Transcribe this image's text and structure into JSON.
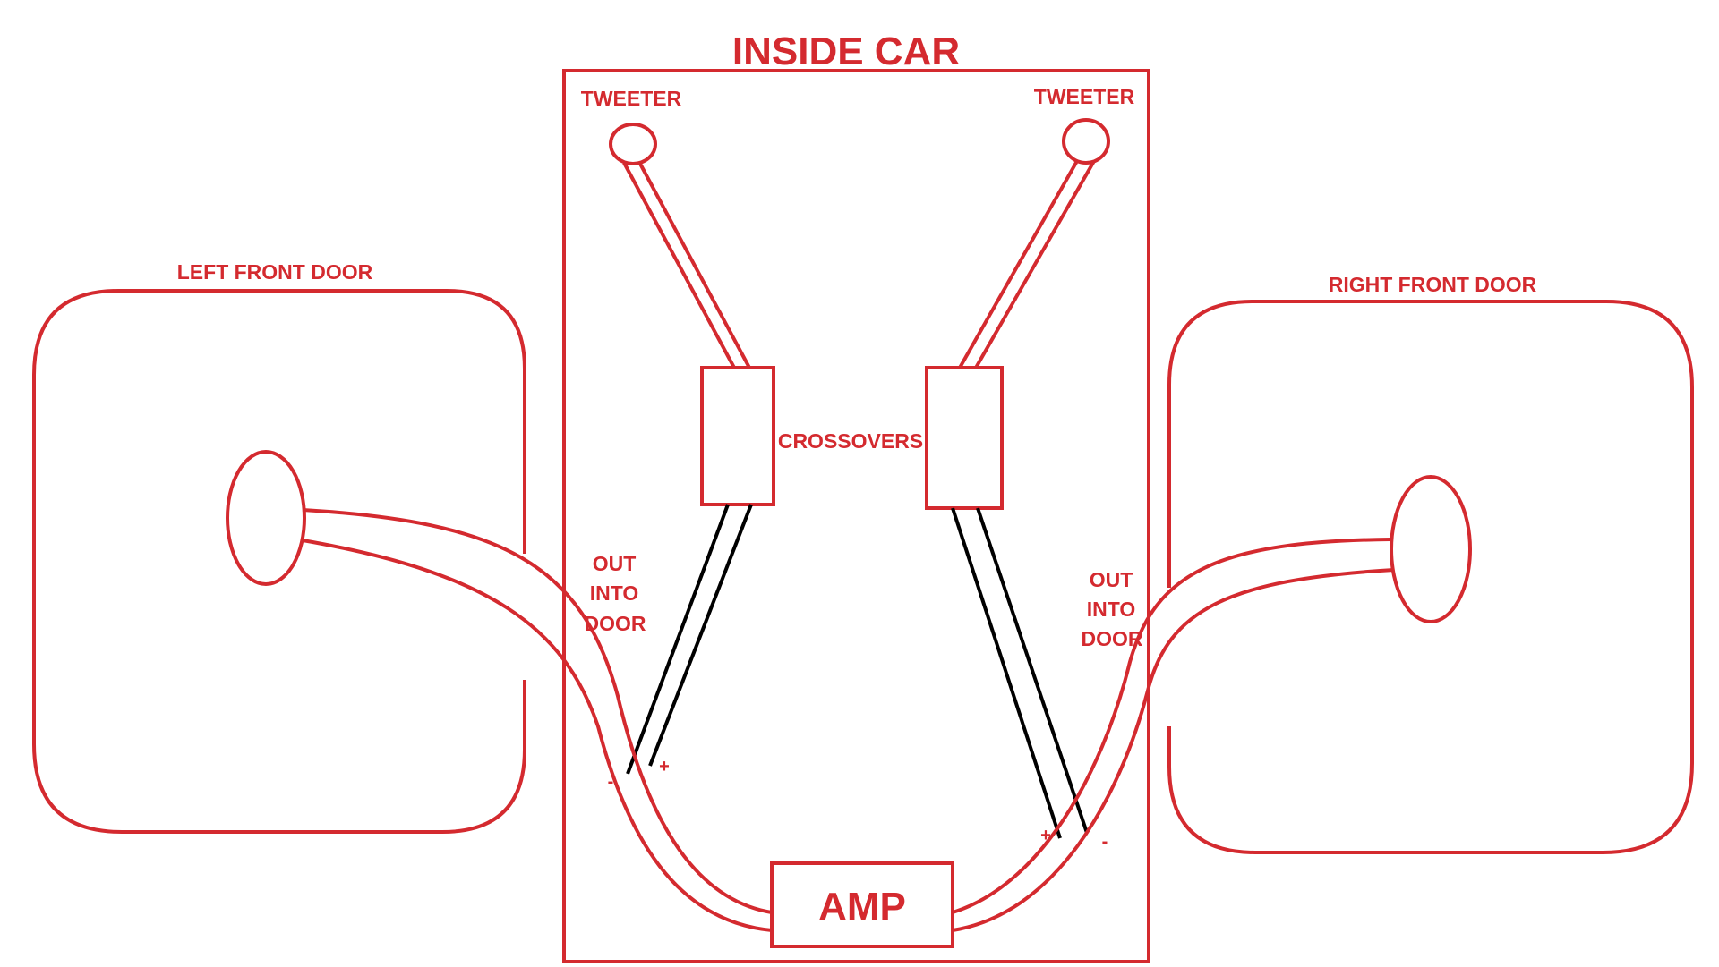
{
  "title": "INSIDE CAR",
  "labels": {
    "tweeter_left": "TWEETER",
    "tweeter_right": "TWEETER",
    "crossovers": "CROSSOVERS",
    "left_door": "LEFT FRONT DOOR",
    "right_door": "RIGHT FRONT DOOR",
    "amp": "AMP",
    "out_into_door_left": [
      "OUT",
      "INTO",
      "DOOR"
    ],
    "out_into_door_right": [
      "OUT",
      "INTO",
      "DOOR"
    ],
    "left_minus": "-",
    "left_plus": "+",
    "right_plus": "+",
    "right_minus": "-"
  },
  "colors": {
    "line": "#d42a2f",
    "wire": "#000000",
    "background": "#ffffff"
  }
}
